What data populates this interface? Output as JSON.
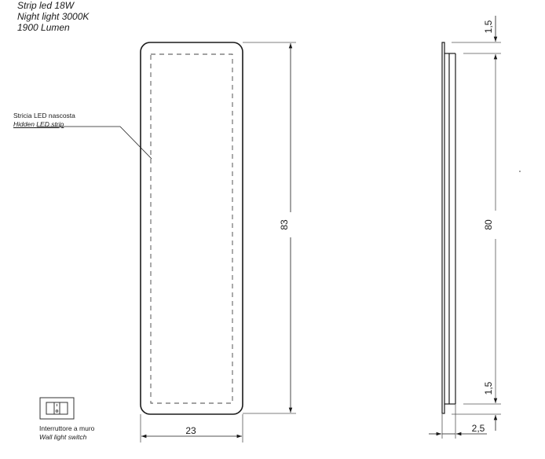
{
  "specs": {
    "lines": [
      "Strip led 18W",
      "Night light 3000K",
      "1900 Lumen"
    ]
  },
  "callout": {
    "it": "Stricia LED nascosta",
    "en": "Hidden LED strip"
  },
  "switch": {
    "icon": "wall-switch-icon",
    "it": "Interruttore a muro",
    "en": "Wall light switch"
  },
  "front_view": {
    "width_label": "23",
    "height_label": "83"
  },
  "side_view": {
    "top_offset_label": "1,5",
    "body_height_label": "80",
    "bottom_offset_label": "1,5",
    "depth_label": "2,5"
  },
  "colors": {
    "line": "#1a1a1a",
    "dim_line": "#555555"
  }
}
